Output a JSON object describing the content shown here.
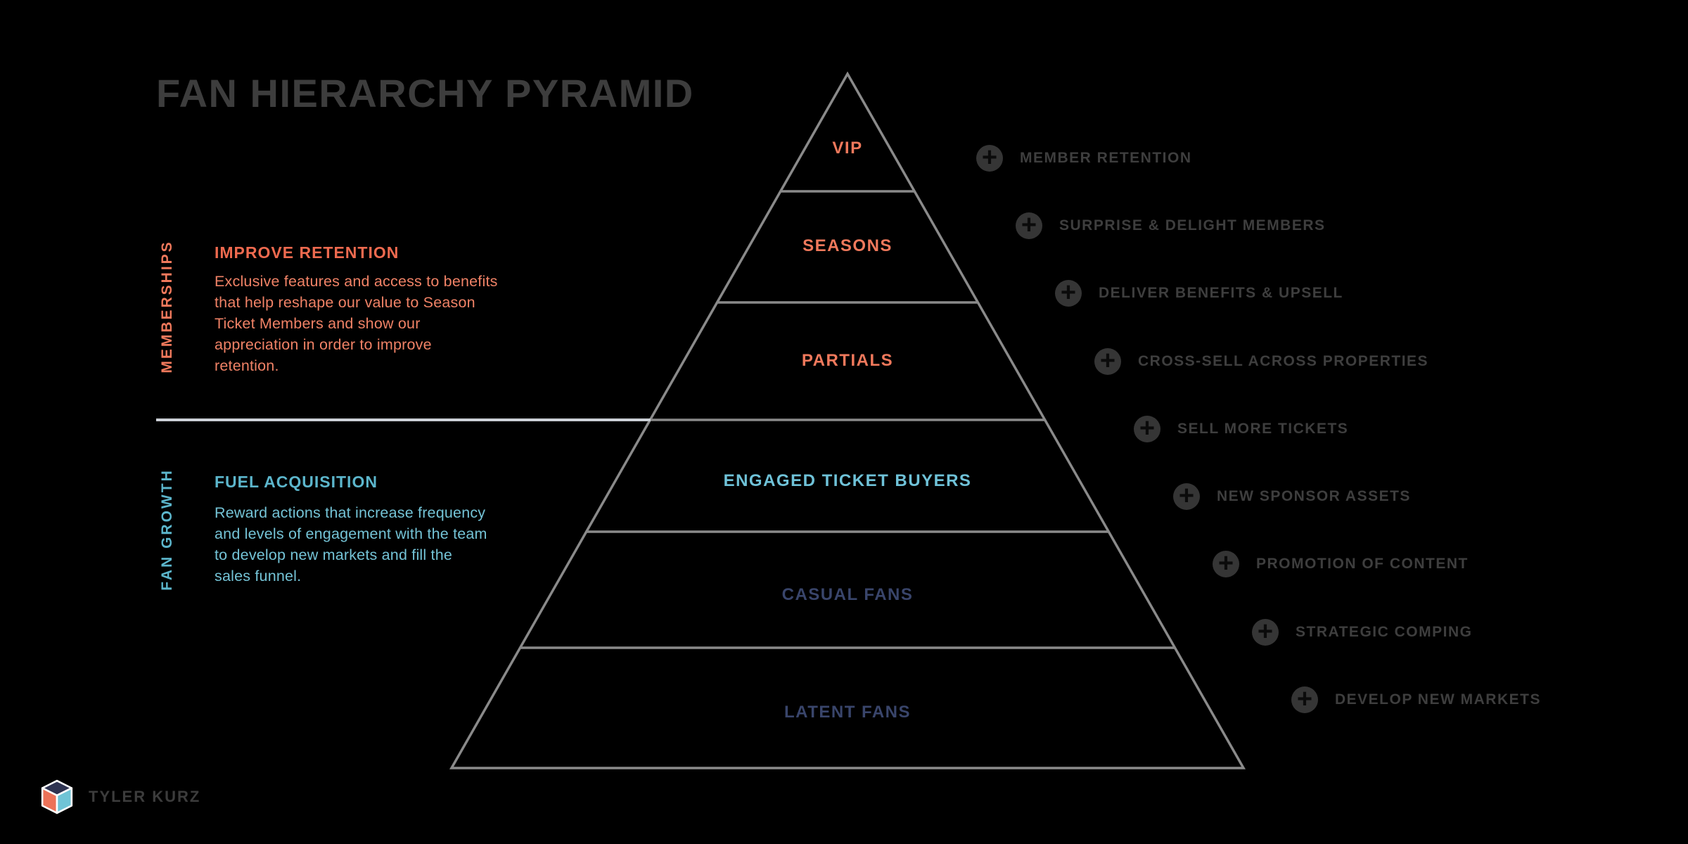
{
  "title": "FAN HIERARCHY PYRAMID",
  "sections": {
    "memberships": {
      "vertical_label": "MEMBERSHIPS",
      "heading": "IMPROVE RETENTION",
      "body": "Exclusive features and access to benefits\nthat help reshape our value to Season\nTicket Members and show our\nappreciation in order to improve\nretention."
    },
    "fan_growth": {
      "vertical_label": "FAN GROWTH",
      "heading": "FUEL ACQUISITION",
      "body": "Reward actions that increase frequency\nand levels of engagement with the team\nto develop new markets and fill the\nsales funnel."
    }
  },
  "pyramid": {
    "levels": [
      {
        "label": "VIP",
        "color": "#f0795c"
      },
      {
        "label": "SEASONS",
        "color": "#f0795c"
      },
      {
        "label": "PARTIALS",
        "color": "#f0795c"
      },
      {
        "label": "ENGAGED TICKET BUYERS",
        "color": "#6fc2d8"
      },
      {
        "label": "CASUAL FANS",
        "color": "#39456b"
      },
      {
        "label": "LATENT FANS",
        "color": "#39456b"
      }
    ]
  },
  "right_actions": [
    {
      "label": "MEMBER RETENTION"
    },
    {
      "label": "SURPRISE & DELIGHT MEMBERS"
    },
    {
      "label": "DELIVER BENEFITS & UPSELL"
    },
    {
      "label": "CROSS-SELL ACROSS PROPERTIES"
    },
    {
      "label": "SELL MORE TICKETS"
    },
    {
      "label": "NEW SPONSOR ASSETS"
    },
    {
      "label": "PROMOTION OF CONTENT"
    },
    {
      "label": "STRATEGIC COMPING"
    },
    {
      "label": "DEVELOP NEW MARKETS"
    }
  ],
  "footer": {
    "brand": "TYLER KURZ"
  },
  "colors": {
    "background": "#000000",
    "coral": "#f0795c",
    "coral_heading": "#ee6a4f",
    "coral_body": "#f08266",
    "teal": "#6fc2d8",
    "teal_heading": "#5cb6cc",
    "teal_body": "#74c3d6",
    "navy": "#39456b",
    "title_gray": "#3d3d3d",
    "action_gray": "#3e3e3e",
    "pyramid_line": "#8a8a8a",
    "divider_white": "#ccd1d7",
    "logo_top": "#2e3351",
    "logo_left": "#ec7258",
    "logo_right": "#6fc4d6"
  }
}
